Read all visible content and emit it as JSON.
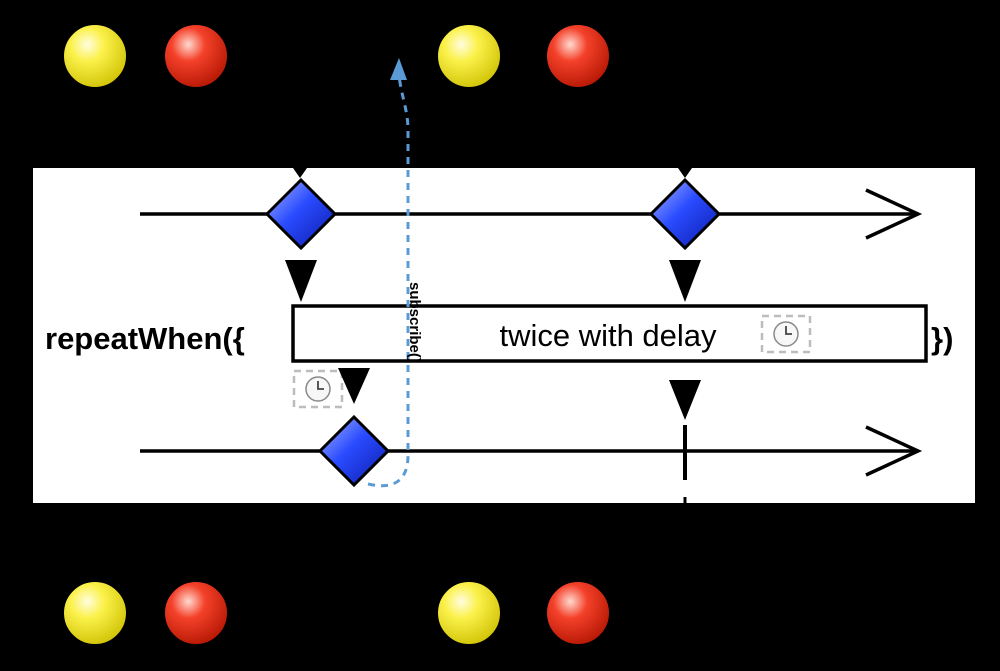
{
  "operator": {
    "prefix": "repeatWhen({",
    "suffix": "})",
    "box_text": "twice with delay"
  },
  "annotation": {
    "subscribe_label": "subscribe()"
  },
  "icons": {
    "clock": "clock-icon",
    "marble": "marble-icon",
    "notification": "diamond-icon"
  },
  "colors": {
    "background": "#000000",
    "panel": "#ffffff",
    "marble_yellow": "#f5e800",
    "marble_red": "#e32000",
    "diamond_blue": "#1a3cff",
    "subscribe_arrow": "#5b9bd5"
  }
}
